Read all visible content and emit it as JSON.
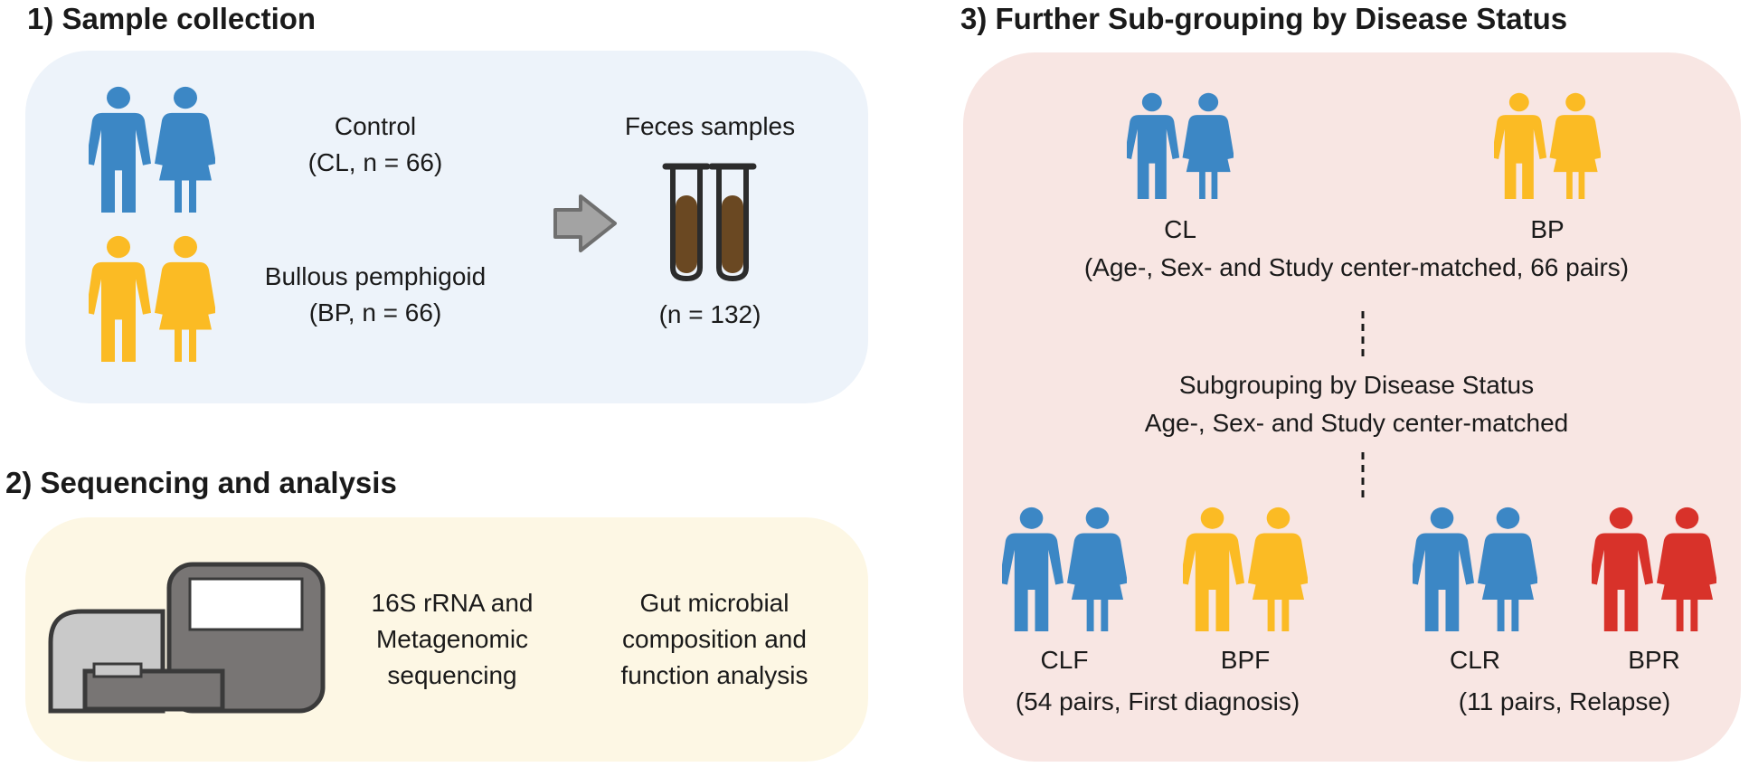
{
  "colors": {
    "control_blue": "#3c87c5",
    "bp_yellow": "#fbbb24",
    "relapse_red": "#d8322a",
    "panel1_bg": "#edf3fa",
    "panel2_bg": "#fdf7e4",
    "panel3_bg": "#f8e6e3"
  },
  "section1": {
    "heading": "1) Sample collection",
    "control_label": "Control",
    "control_detail": "(CL, n = 66)",
    "bp_label": "Bullous pemphigoid",
    "bp_detail": "(BP, n = 66)",
    "feces_label": "Feces samples",
    "feces_count": "(n = 132)"
  },
  "section2": {
    "heading": "2) Sequencing and analysis",
    "seq_line1": "16S rRNA and",
    "seq_line2": "Metagenomic",
    "seq_line3": "sequencing",
    "an_line1": "Gut microbial",
    "an_line2": "composition and",
    "an_line3": "function analysis"
  },
  "section3": {
    "heading": "3) Further Sub-grouping by Disease Status",
    "cl_label": "CL",
    "bp_label": "BP",
    "matched_pairs": "(Age-, Sex- and Study center-matched, 66 pairs)",
    "sub_line1": "Subgrouping by Disease Status",
    "sub_line2": "Age-, Sex- and Study center-matched",
    "clf": "CLF",
    "bpf": "BPF",
    "clr": "CLR",
    "bpr": "BPR",
    "first_dx": "(54 pairs, First diagnosis)",
    "relapse": "(11 pairs, Relapse)"
  }
}
